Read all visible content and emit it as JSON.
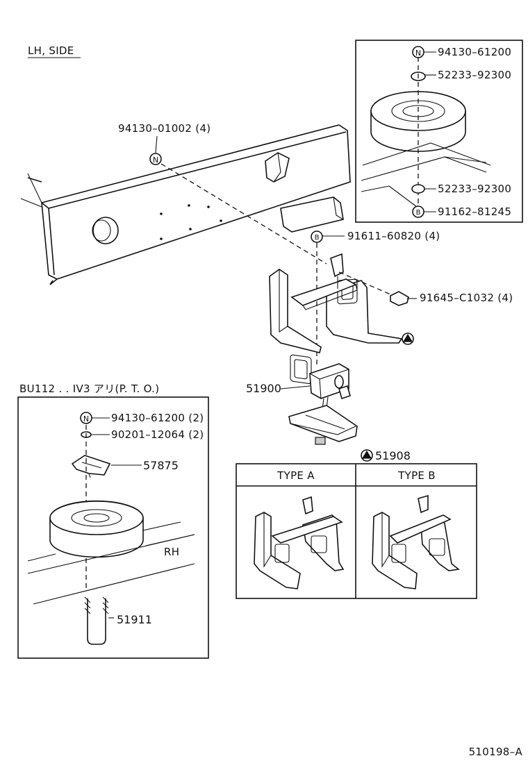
{
  "labels": {
    "side": "LH, SIDE",
    "variant_header": "BU112 . . IV3   アリ(P. T. O.)",
    "rh": "RH",
    "figure_id": "510198–A",
    "p_94130_01002": "94130–01002 (4)",
    "p_94130_61200_inset": "94130–61200",
    "p_52233_92300_top": "52233–92300",
    "p_52233_92300_bot": "52233–92300",
    "p_91162_81245": "91162–81245",
    "p_91611_60820": "91611–60820 (4)",
    "p_91645_c1032": "91645–C1032 (4)",
    "p_51900": "51900",
    "p_51908": "51908",
    "p_94130_61200_lower": "94130–61200 (2)",
    "p_90201_12064": "90201–12064 (2)",
    "p_57875": "57875",
    "p_51911": "51911",
    "type_a": "TYPE A",
    "type_b": "TYPE B",
    "symbol_n": "N",
    "symbol_b": "B"
  },
  "icons": [
    "n-symbol-icon",
    "b-symbol-icon",
    "triangle-marker-icon"
  ]
}
